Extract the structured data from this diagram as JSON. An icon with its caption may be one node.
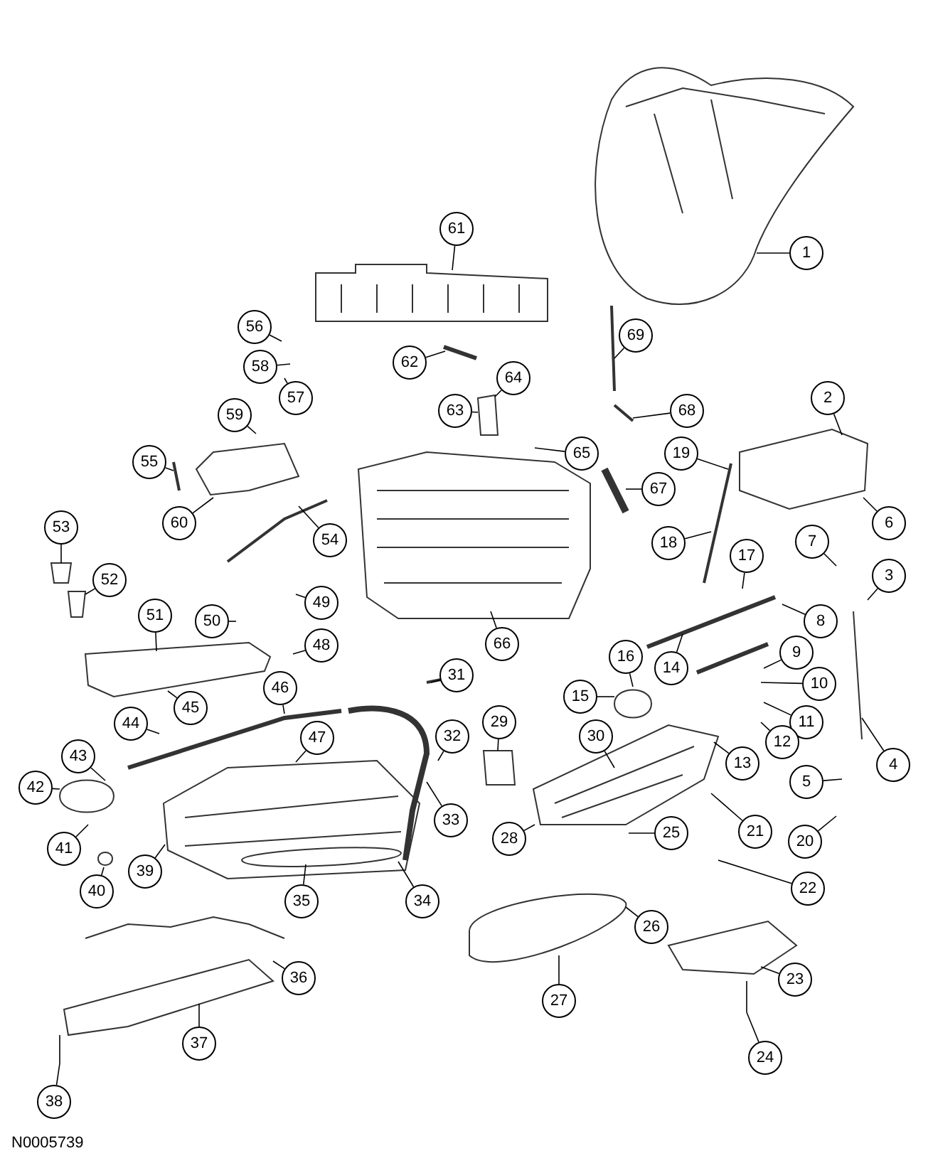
{
  "diagram": {
    "nodes": [
      {
        "text": [
          "1"
        ]
      },
      {
        "text": [
          "2"
        ]
      },
      {
        "text": [
          "3"
        ]
      },
      {
        "text": [
          "4"
        ]
      },
      {
        "text": [
          "5"
        ]
      },
      {
        "text": [
          "6"
        ]
      },
      {
        "text": [
          "7"
        ]
      },
      {
        "text": [
          "8"
        ]
      },
      {
        "text": [
          "9"
        ]
      },
      {
        "text": [
          "10"
        ]
      },
      {
        "text": [
          "11"
        ]
      },
      {
        "text": [
          "12"
        ]
      },
      {
        "text": [
          "13"
        ]
      },
      {
        "text": [
          "14"
        ]
      },
      {
        "text": [
          "15"
        ]
      },
      {
        "text": [
          "16"
        ]
      },
      {
        "text": [
          "17"
        ]
      },
      {
        "text": [
          "18"
        ]
      },
      {
        "text": [
          "19"
        ]
      },
      {
        "text": [
          "20"
        ]
      },
      {
        "text": [
          "21"
        ]
      },
      {
        "text": [
          "22"
        ]
      },
      {
        "text": [
          "23"
        ]
      },
      {
        "text": [
          "24"
        ]
      },
      {
        "text": [
          "25"
        ]
      },
      {
        "text": [
          "26"
        ]
      },
      {
        "text": [
          "27"
        ]
      },
      {
        "text": [
          "28"
        ]
      },
      {
        "text": [
          "29"
        ]
      },
      {
        "text": [
          "30"
        ]
      },
      {
        "text": [
          "31"
        ]
      },
      {
        "text": [
          "32"
        ]
      },
      {
        "text": [
          "33"
        ]
      },
      {
        "text": [
          "34"
        ]
      },
      {
        "text": [
          "35"
        ]
      },
      {
        "text": [
          "36"
        ]
      },
      {
        "text": [
          "37"
        ]
      },
      {
        "text": [
          "38"
        ]
      },
      {
        "text": [
          "39"
        ]
      },
      {
        "text": [
          "40"
        ]
      },
      {
        "text": [
          "41"
        ]
      },
      {
        "text": [
          "42"
        ]
      },
      {
        "text": [
          "43"
        ]
      },
      {
        "text": [
          "44"
        ]
      },
      {
        "text": [
          "45"
        ]
      },
      {
        "text": [
          "46"
        ]
      },
      {
        "text": [
          "47"
        ]
      },
      {
        "text": [
          "48"
        ]
      },
      {
        "text": [
          "49"
        ]
      },
      {
        "text": [
          "50"
        ]
      },
      {
        "text": [
          "51"
        ]
      },
      {
        "text": [
          "52"
        ]
      },
      {
        "text": [
          "53"
        ]
      },
      {
        "text": [
          "54"
        ]
      },
      {
        "text": [
          "55"
        ]
      },
      {
        "text": [
          "56"
        ]
      },
      {
        "text": [
          "57"
        ]
      },
      {
        "text": [
          "58"
        ]
      },
      {
        "text": [
          "59"
        ]
      },
      {
        "text": [
          "60"
        ]
      },
      {
        "text": [
          "61"
        ]
      },
      {
        "text": [
          "62"
        ]
      },
      {
        "text": [
          "63"
        ]
      },
      {
        "text": [
          "64"
        ]
      },
      {
        "text": [
          "65"
        ]
      },
      {
        "text": [
          "66"
        ]
      },
      {
        "text": [
          "67"
        ]
      },
      {
        "text": [
          "68"
        ]
      },
      {
        "text": [
          "69"
        ]
      }
    ],
    "edges": [
      {
        "from": 0,
        "to": null,
        "arrow": "none"
      },
      {
        "from": 1,
        "to": null,
        "arrow": "none"
      },
      {
        "from": 2,
        "to": null,
        "arrow": "none"
      },
      {
        "from": 3,
        "to": null,
        "arrow": "none"
      },
      {
        "from": 4,
        "to": null,
        "arrow": "none"
      },
      {
        "from": 5,
        "to": null,
        "arrow": "none"
      },
      {
        "from": 6,
        "to": null,
        "arrow": "none"
      },
      {
        "from": 7,
        "to": null,
        "arrow": "none"
      },
      {
        "from": 8,
        "to": null,
        "arrow": "none"
      },
      {
        "from": 9,
        "to": null,
        "arrow": "none"
      },
      {
        "from": 10,
        "to": null,
        "arrow": "none"
      },
      {
        "from": 11,
        "to": null,
        "arrow": "none"
      },
      {
        "from": 12,
        "to": null,
        "arrow": "none"
      },
      {
        "from": 13,
        "to": null,
        "arrow": "none"
      },
      {
        "from": 14,
        "to": null,
        "arrow": "none"
      },
      {
        "from": 15,
        "to": null,
        "arrow": "none"
      },
      {
        "from": 16,
        "to": null,
        "arrow": "none"
      },
      {
        "from": 17,
        "to": null,
        "arrow": "none"
      },
      {
        "from": 18,
        "to": null,
        "arrow": "none"
      },
      {
        "from": 19,
        "to": null,
        "arrow": "none"
      },
      {
        "from": 20,
        "to": null,
        "arrow": "none"
      },
      {
        "from": 21,
        "to": null,
        "arrow": "none"
      },
      {
        "from": 22,
        "to": null,
        "arrow": "none"
      },
      {
        "from": 23,
        "to": null,
        "arrow": "none"
      },
      {
        "from": 24,
        "to": null,
        "arrow": "none"
      },
      {
        "from": 25,
        "to": null,
        "arrow": "none"
      },
      {
        "from": 26,
        "to": null,
        "arrow": "none"
      },
      {
        "from": 27,
        "to": null,
        "arrow": "none"
      },
      {
        "from": 28,
        "to": null,
        "arrow": "none"
      },
      {
        "from": 29,
        "to": null,
        "arrow": "none"
      },
      {
        "from": 30,
        "to": null,
        "arrow": "none"
      },
      {
        "from": 31,
        "to": null,
        "arrow": "none"
      },
      {
        "from": 32,
        "to": null,
        "arrow": "none"
      },
      {
        "from": 33,
        "to": null,
        "arrow": "none"
      },
      {
        "from": 34,
        "to": null,
        "arrow": "none"
      },
      {
        "from": 35,
        "to": null,
        "arrow": "none"
      },
      {
        "from": 36,
        "to": null,
        "arrow": "none"
      },
      {
        "from": 37,
        "to": null,
        "arrow": "none"
      },
      {
        "from": 38,
        "to": null,
        "arrow": "none"
      },
      {
        "from": 39,
        "to": null,
        "arrow": "none"
      },
      {
        "from": 40,
        "to": null,
        "arrow": "none"
      },
      {
        "from": 41,
        "to": null,
        "arrow": "none"
      },
      {
        "from": 42,
        "to": null,
        "arrow": "none"
      },
      {
        "from": 43,
        "to": null,
        "arrow": "none"
      },
      {
        "from": 44,
        "to": null,
        "arrow": "none"
      },
      {
        "from": 45,
        "to": null,
        "arrow": "none"
      },
      {
        "from": 46,
        "to": null,
        "arrow": "none"
      },
      {
        "from": 47,
        "to": null,
        "arrow": "none"
      },
      {
        "from": 48,
        "to": null,
        "arrow": "none"
      },
      {
        "from": 49,
        "to": null,
        "arrow": "none"
      },
      {
        "from": 50,
        "to": null,
        "arrow": "none"
      },
      {
        "from": 51,
        "to": null,
        "arrow": "none"
      },
      {
        "from": 52,
        "to": null,
        "arrow": "none"
      },
      {
        "from": 53,
        "to": null,
        "arrow": "none"
      },
      {
        "from": 54,
        "to": null,
        "arrow": "none"
      },
      {
        "from": 55,
        "to": null,
        "arrow": "none"
      },
      {
        "from": 56,
        "to": null,
        "arrow": "none"
      },
      {
        "from": 57,
        "to": null,
        "arrow": "none"
      },
      {
        "from": 58,
        "to": null,
        "arrow": "none"
      },
      {
        "from": 59,
        "to": null,
        "arrow": "none"
      },
      {
        "from": 60,
        "to": null,
        "arrow": "none"
      },
      {
        "from": 61,
        "to": null,
        "arrow": "none"
      },
      {
        "from": 62,
        "to": null,
        "arrow": "none"
      },
      {
        "from": 63,
        "to": null,
        "arrow": "none"
      },
      {
        "from": 64,
        "to": null,
        "arrow": "none"
      },
      {
        "from": 65,
        "to": null,
        "arrow": "none"
      },
      {
        "from": 66,
        "to": null,
        "arrow": "none"
      },
      {
        "from": 67,
        "to": null,
        "arrow": "none"
      },
      {
        "from": 68,
        "to": null,
        "arrow": "none"
      }
    ],
    "labels": [
      "N0005739"
    ]
  }
}
